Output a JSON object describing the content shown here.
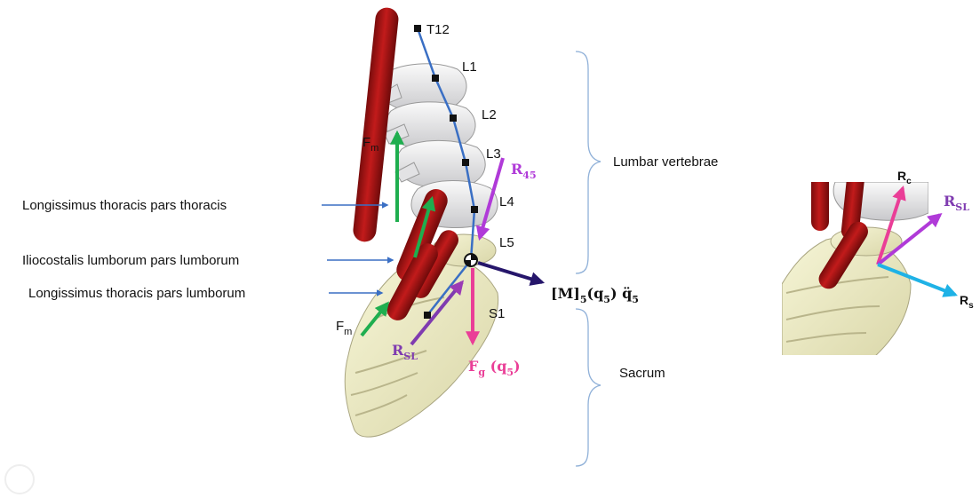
{
  "vertebrae": [
    "T12",
    "L1",
    "L2",
    "L3",
    "L4",
    "L5",
    "S1"
  ],
  "muscles": {
    "ltt": "Longissimus thoracis pars thoracis",
    "ill": "Iliocostalis lumborum pars lumborum",
    "ltl": "Longissimus thoracis pars lumborum"
  },
  "regions": {
    "lumbar": "Lumbar vertebrae",
    "sacrum": "Sacrum"
  },
  "forces": {
    "fm": "F",
    "fm_sub": "m",
    "r45": "R",
    "r45_sub": "45",
    "rsl": "R",
    "rsl_sub": "SL",
    "fg": "F",
    "fg_sub": "g",
    "fg_arg": " (q",
    "fg_arg_sub": "5",
    "fg_close": ")",
    "m_prefix": "[M]",
    "m_sub": "5",
    "m_arg": "(q",
    "m_arg_sub": "5",
    "m_close": ") q̈",
    "m_close_sub": "5"
  },
  "inset": {
    "rc": "R",
    "rc_sub": "c",
    "rsl": "R",
    "rsl_sub": "SL",
    "rs": "R",
    "rs_sub": "s"
  },
  "colors": {
    "muscle": "#b01515",
    "bone": "#e8e8ea",
    "sacrum": "#efeec8",
    "spine_line": "#3a6fc4",
    "green": "#1fae4f",
    "purple": "#9b3bb5",
    "pink": "#ea3e97",
    "navy": "#26166b",
    "cyan": "#1fb2e6",
    "brace": "#8fb0d8"
  }
}
